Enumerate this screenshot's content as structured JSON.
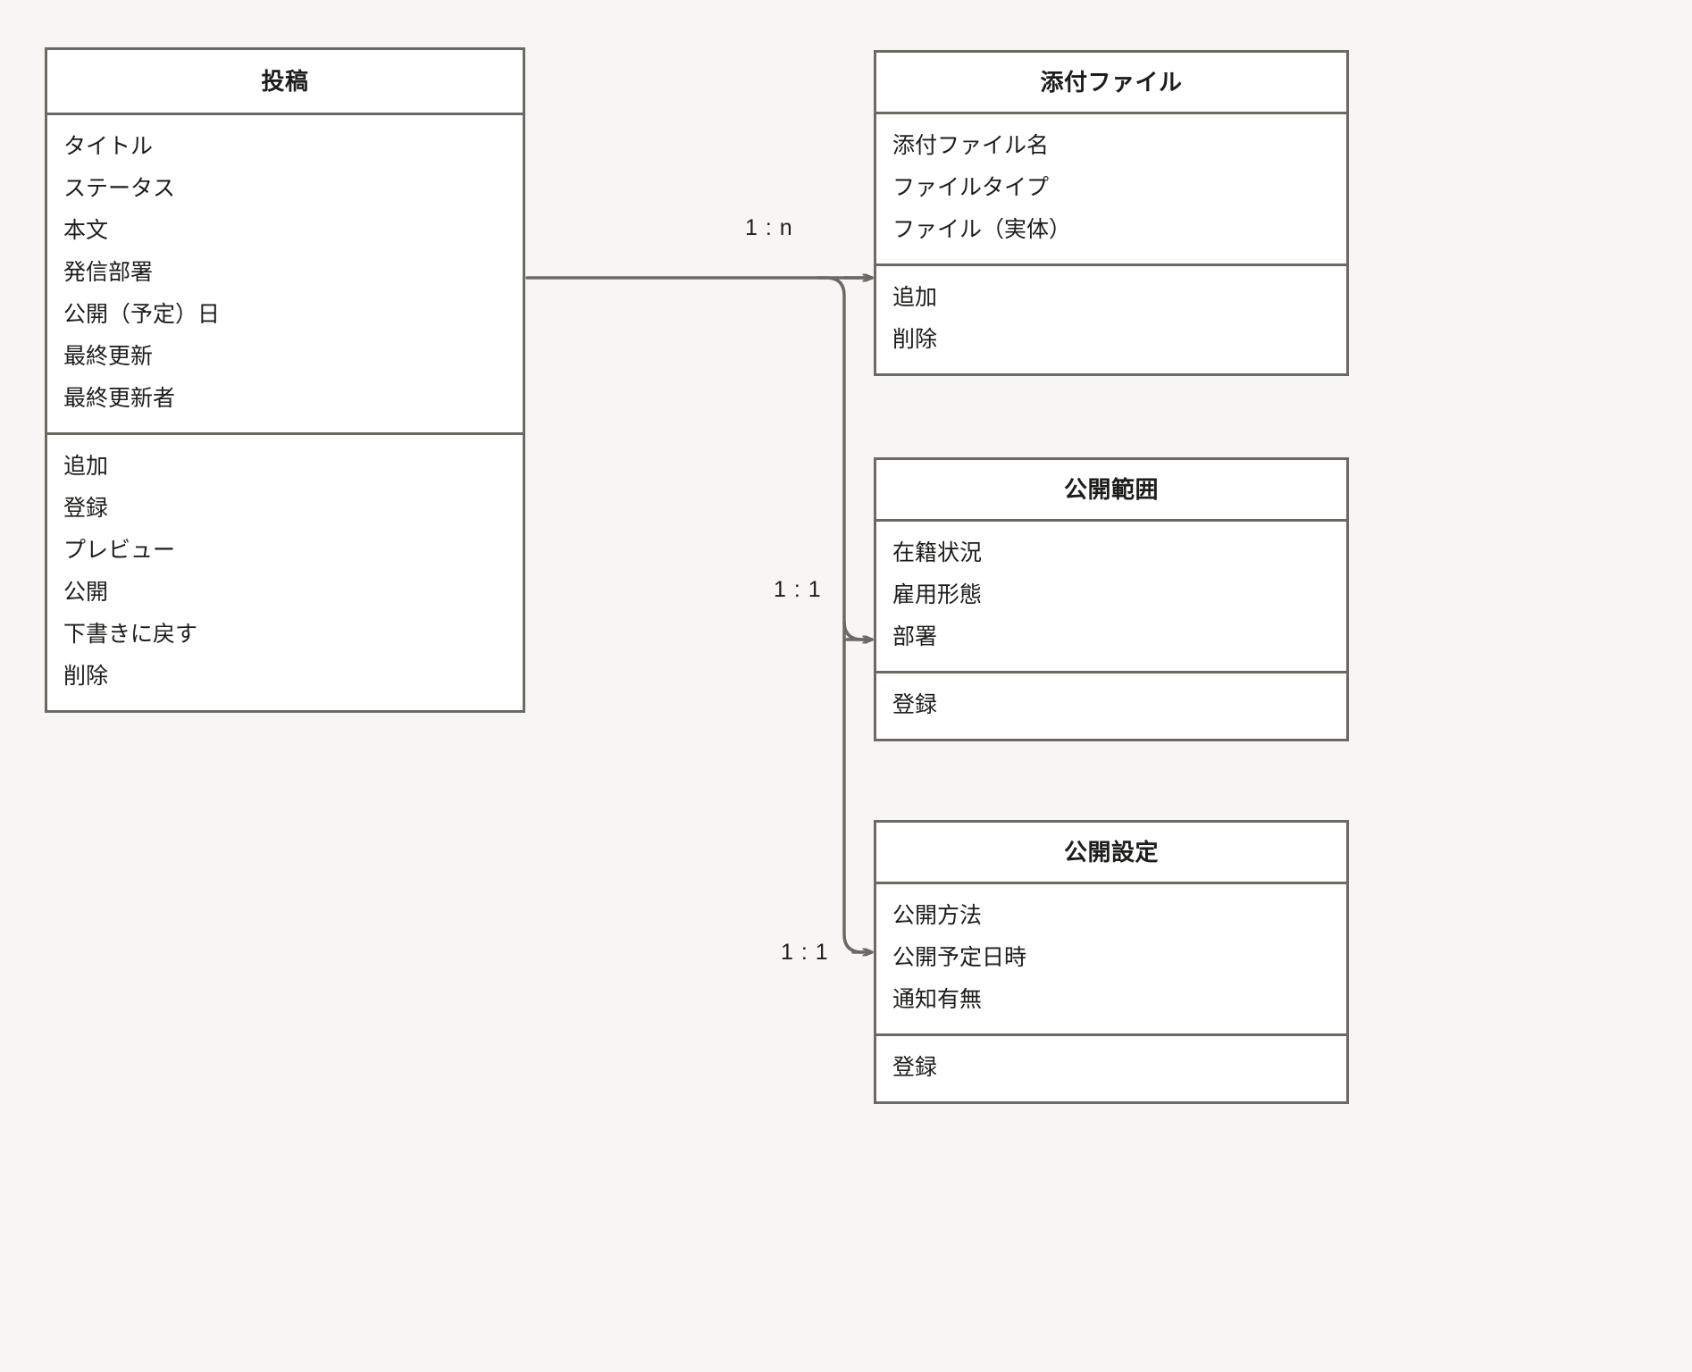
{
  "diagram": {
    "type": "class-diagram",
    "background_color": "#f7f6f4",
    "border_color": "#6b6a62",
    "box_fill": "#ffffff",
    "text_color": "#1d1d1b"
  },
  "classes": [
    {
      "id": "post",
      "title": "投稿",
      "attributes": [
        "タイトル",
        "ステータス",
        "本文",
        "発信部署",
        "公開（予定）日",
        "最終更新",
        "最終更新者"
      ],
      "operations": [
        "追加",
        "登録",
        "プレビュー",
        "公開",
        "下書きに戻す",
        "削除"
      ]
    },
    {
      "id": "attachment",
      "title": "添付ファイル",
      "attributes": [
        "添付ファイル名",
        "ファイルタイプ",
        "ファイル（実体）"
      ],
      "operations": [
        "追加",
        "削除"
      ]
    },
    {
      "id": "scope",
      "title": "公開範囲",
      "attributes": [
        "在籍状況",
        "雇用形態",
        "部署"
      ],
      "operations": [
        "登録"
      ]
    },
    {
      "id": "publish-setting",
      "title": "公開設定",
      "attributes": [
        "公開方法",
        "公開予定日時",
        "通知有無"
      ],
      "operations": [
        "登録"
      ]
    }
  ],
  "relations": [
    {
      "id": "post-attachment",
      "from": "post",
      "to": "attachment",
      "label": "1 : n"
    },
    {
      "id": "post-scope",
      "from": "post",
      "to": "scope",
      "label": "1 : 1"
    },
    {
      "id": "post-publish-setting",
      "from": "post",
      "to": "publish-setting",
      "label": "1 : 1"
    }
  ]
}
